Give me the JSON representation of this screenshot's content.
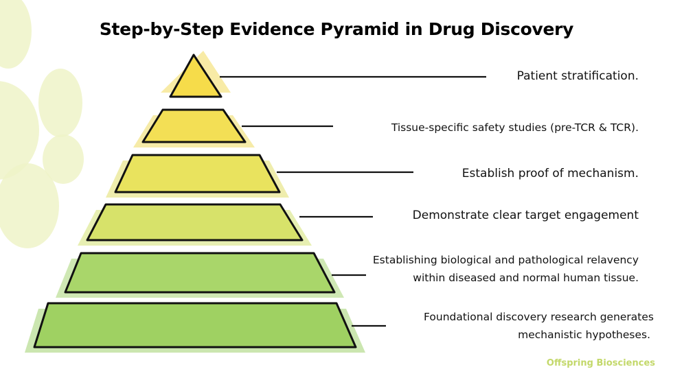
{
  "title": "Step-by-Step Evidence Pyramid in Drug Discovery",
  "levels": [
    {
      "label": "Patient stratification.",
      "fill": "#f6dc4a",
      "wash": "#f0d23a"
    },
    {
      "label": "Tissue-specific safety studies (pre-TCR & TCR).",
      "fill": "#f3df55",
      "wash": "#ecd33d"
    },
    {
      "label": "Establish proof of mechanism.",
      "fill": "#e9e35e",
      "wash": "#dcd84a"
    },
    {
      "label": "Demonstrate clear target engagement",
      "fill": "#d7e26a",
      "wash": "#cadb55"
    },
    {
      "label_lines": [
        "Establishing biological and pathological relavency",
        "within diseased and normal human tissue."
      ],
      "fill": "#a9d66a",
      "wash": "#95cc58"
    },
    {
      "label_lines": [
        "Foundational discovery research generates",
        "mechanistic hypotheses."
      ],
      "fill": "#9fd162",
      "wash": "#8cc850"
    }
  ],
  "brand": "Offspring Biosciences",
  "colors": {
    "outline": "#111111",
    "decor_petal": "#eef3c8",
    "brand": "#c3d86a"
  }
}
